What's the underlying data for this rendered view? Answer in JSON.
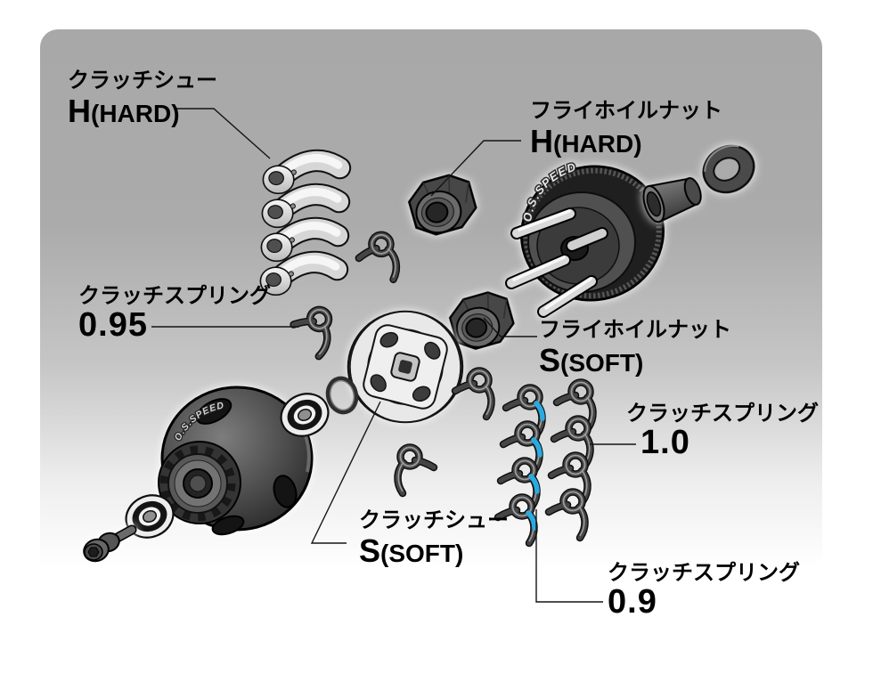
{
  "brand": {
    "logo": "O.S.SPEED"
  },
  "colors": {
    "panel_gray": "#ababab",
    "spring_highlight_blue": "#29abe2",
    "label_text": "#000000"
  },
  "labels": {
    "shoe_hard": {
      "name_jp": "クラッチシュー",
      "grade": "H",
      "grade_note": "(HARD)"
    },
    "nut_hard": {
      "name_jp": "フライホイルナット",
      "grade": "H",
      "grade_note": "(HARD)"
    },
    "spring_095": {
      "name_jp": "クラッチスプリング",
      "value": "0.95"
    },
    "nut_soft": {
      "name_jp": "フライホイルナット",
      "grade": "S",
      "grade_note": "(SOFT)"
    },
    "spring_10": {
      "name_jp": "クラッチスプリング",
      "value": "1.0"
    },
    "shoe_soft": {
      "name_jp": "クラッチシュー",
      "grade": "S",
      "grade_note": "(SOFT)"
    },
    "spring_09": {
      "name_jp": "クラッチスプリング",
      "value": "0.9"
    }
  }
}
